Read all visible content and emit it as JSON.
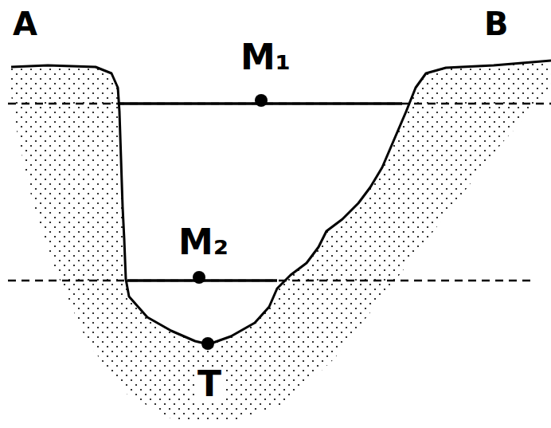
{
  "diagram": {
    "labels": [
      "A",
      "B",
      "M₁",
      "M₂",
      "T"
    ]
  }
}
